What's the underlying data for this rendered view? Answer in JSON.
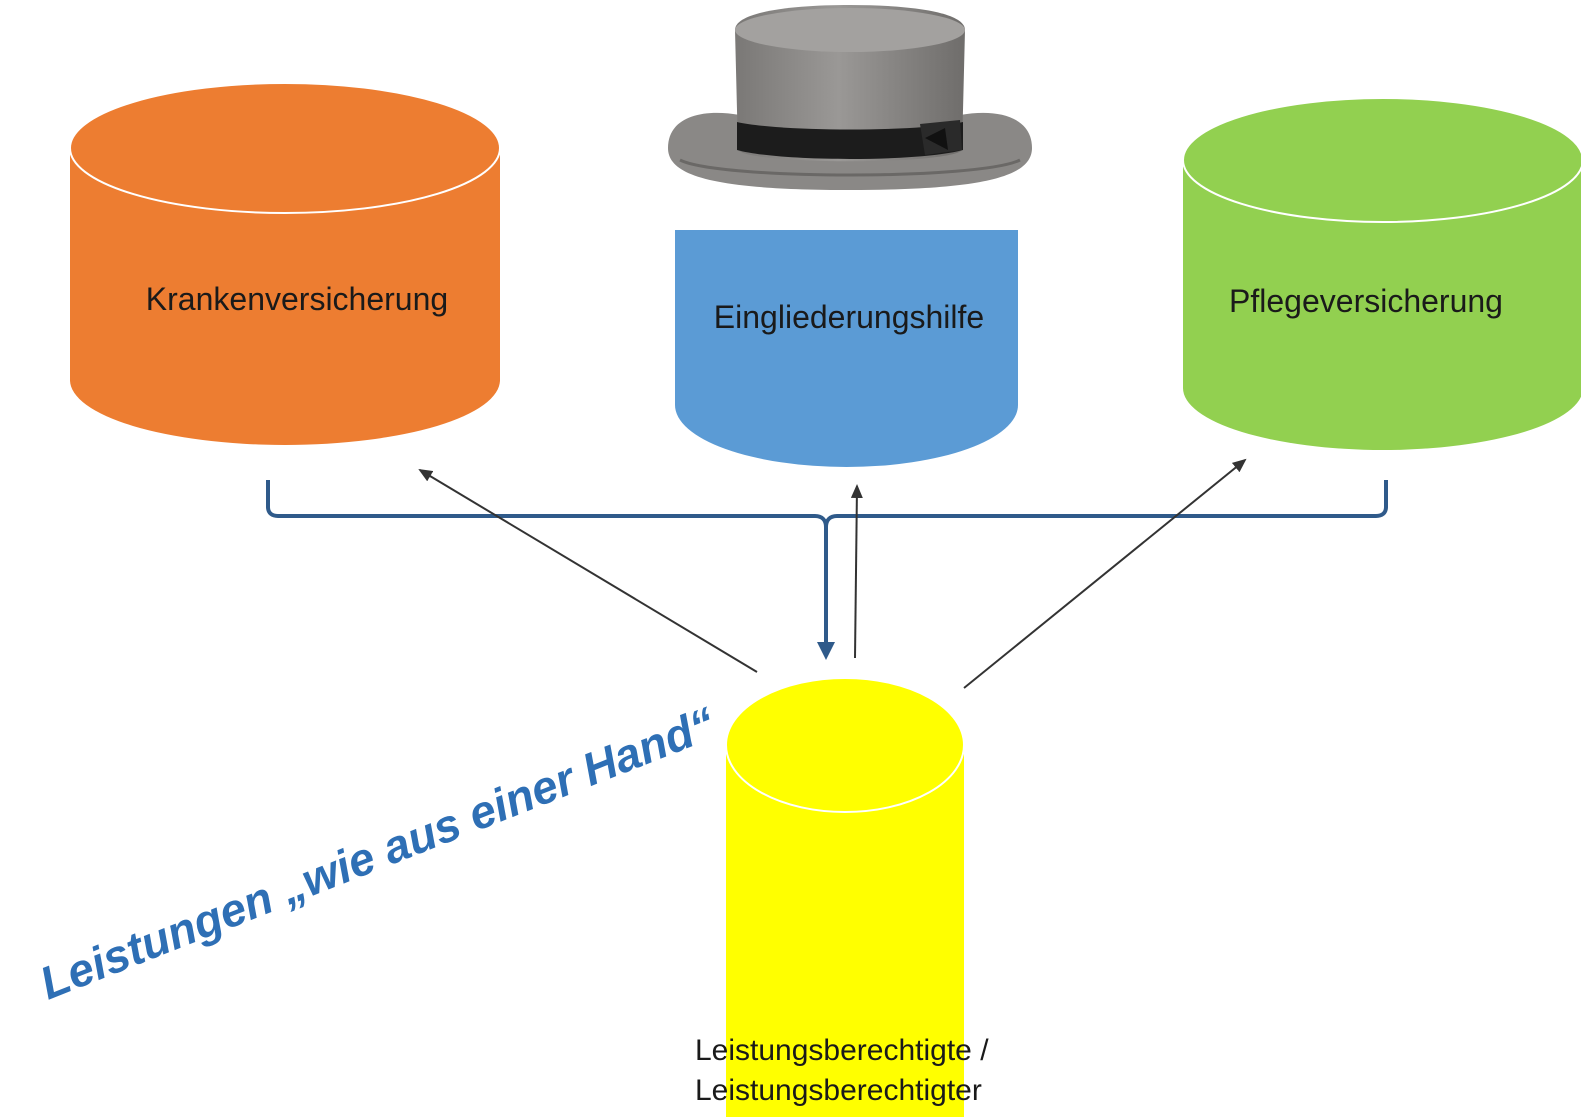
{
  "nodes": {
    "krankenversicherung": {
      "label": "Krankenversicherung",
      "color": "#ED7D31"
    },
    "eingliederungshilfe": {
      "label": "Eingliederungshilfe",
      "color": "#5B9BD5"
    },
    "pflegeversicherung": {
      "label": "Pflegeversicherung",
      "color": "#92D050"
    },
    "leistungsberechtigte": {
      "label_line1": "Leistungsberechtigte /",
      "label_line2": "Leistungsberechtigter",
      "color": "#FFFF00"
    }
  },
  "slogan": "Leistungen „wie aus einer Hand“",
  "colors": {
    "bracket": "#2F5A8A",
    "arrow": "#333333",
    "slogan": "#2E6FB5",
    "hat_felt": "#8E8C8A",
    "hat_band": "#1C1C1C"
  },
  "icons": {
    "hat": "top-hat-icon"
  }
}
